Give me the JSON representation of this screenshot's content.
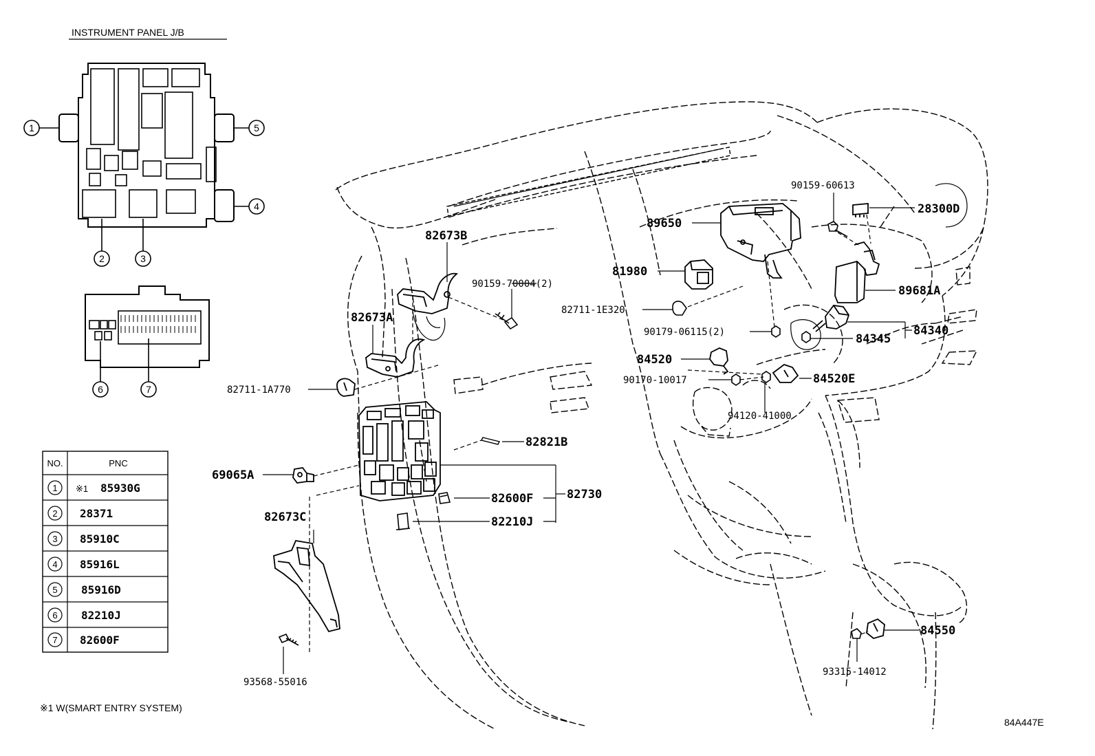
{
  "inset": {
    "title": "INSTRUMENT PANEL J/B",
    "markers": [
      "1",
      "2",
      "3",
      "4",
      "5",
      "6",
      "7"
    ]
  },
  "table": {
    "headers": [
      "NO.",
      "PNC"
    ],
    "rows": [
      {
        "no": "1",
        "pnc": "85930G",
        "note": "※1"
      },
      {
        "no": "2",
        "pnc": "28371"
      },
      {
        "no": "3",
        "pnc": "85910C"
      },
      {
        "no": "4",
        "pnc": "85916L"
      },
      {
        "no": "5",
        "pnc": "85916D"
      },
      {
        "no": "6",
        "pnc": "82210J"
      },
      {
        "no": "7",
        "pnc": "82600F"
      }
    ]
  },
  "footnote": "※1 W(SMART ENTRY SYSTEM)",
  "figure_id": "84A447E",
  "parts": {
    "p82673B": "82673B",
    "p90159_70004": "90159-70004(2)",
    "p82673A": "82673A",
    "p82711_1A770": "82711-1A770",
    "p82821B": "82821B",
    "p69065A": "69065A",
    "p82600F": "82600F",
    "p82730": "82730",
    "p82210J": "82210J",
    "p82673C": "82673C",
    "p93568_55016": "93568-55016",
    "p89650": "89650",
    "p81980": "81980",
    "p82711_1E320": "82711-1E320",
    "p90179_06115": "90179-06115(2)",
    "p84520": "84520",
    "p90170_10017": "90170-10017",
    "p94120_41000": "94120-41000",
    "p84520E": "84520E",
    "p90159_60613": "90159-60613",
    "p28300D": "28300D",
    "p89681A": "89681A",
    "p84345": "84345",
    "p84340": "84340",
    "p84550": "84550",
    "p93315_14012": "93315-14012"
  }
}
